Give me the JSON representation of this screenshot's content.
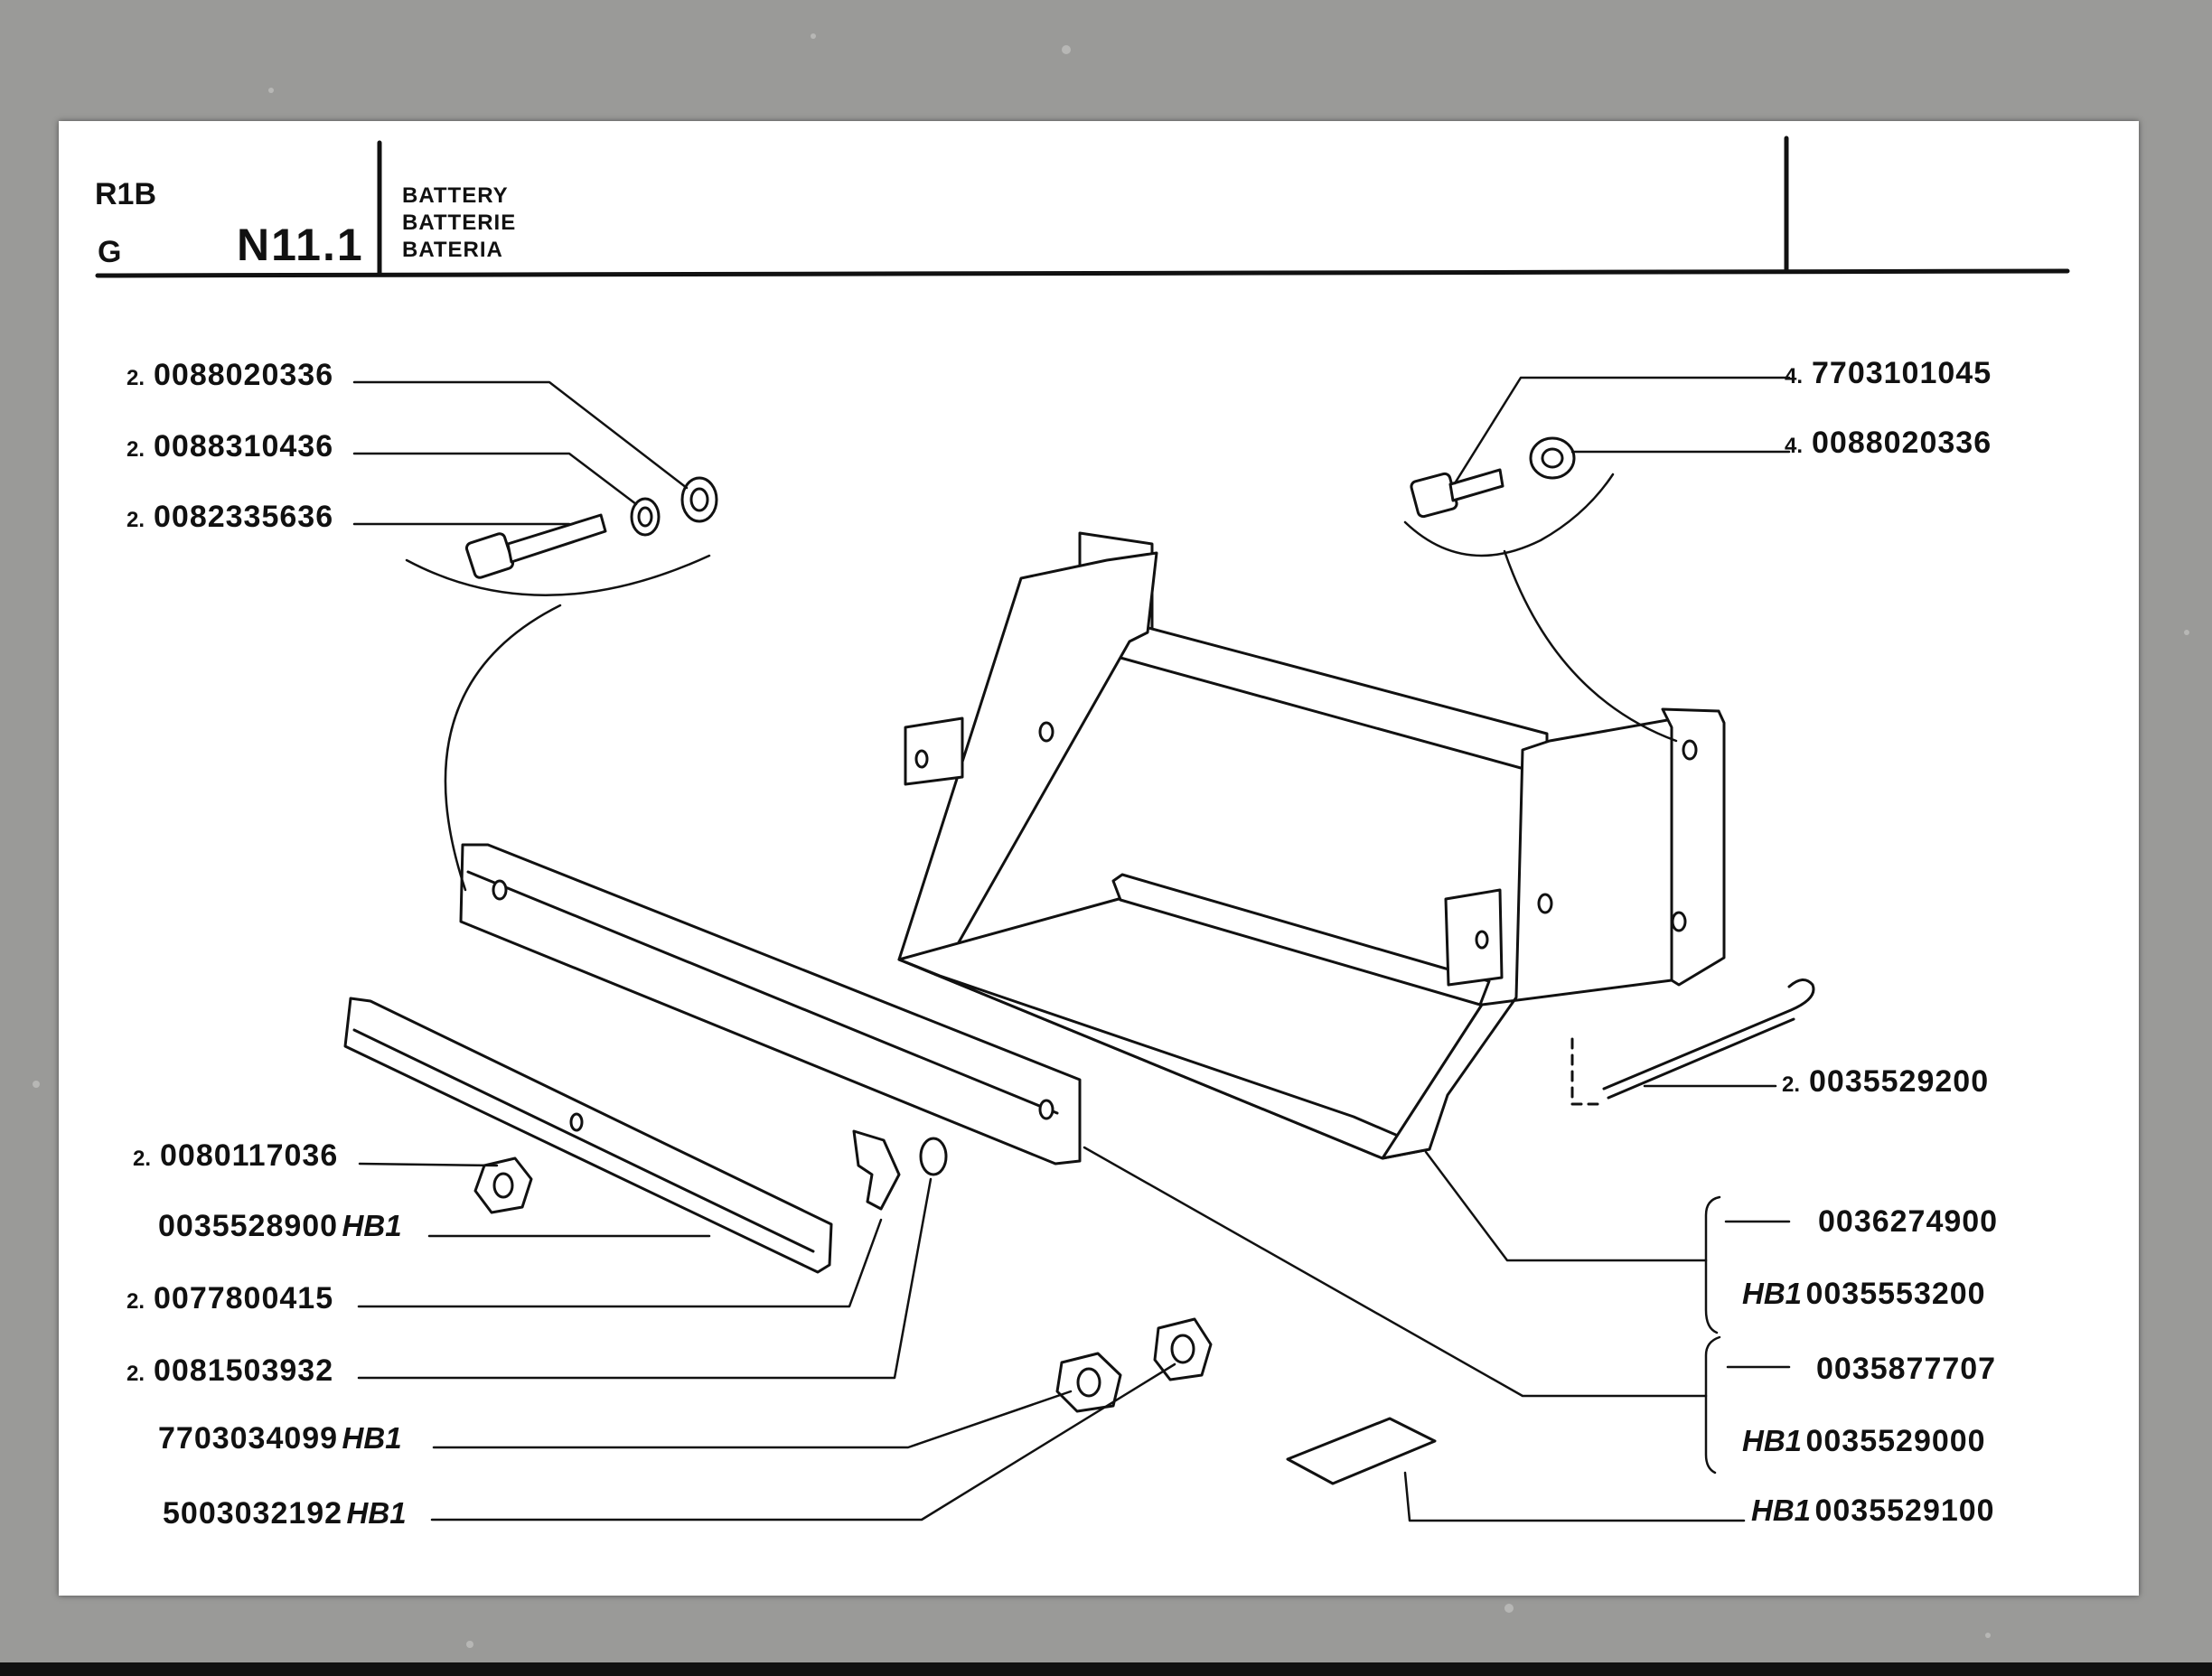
{
  "header": {
    "model": "R1B",
    "variant": "G",
    "page_code": "N11.1",
    "titles": [
      "BATTERY",
      "BATTERIE",
      "BATERIA"
    ]
  },
  "callouts_left": [
    {
      "qty": "2.",
      "code": "0088020336",
      "suffix": ""
    },
    {
      "qty": "2.",
      "code": "0088310436",
      "suffix": ""
    },
    {
      "qty": "2.",
      "code": "0082335636",
      "suffix": ""
    },
    {
      "qty": "2.",
      "code": "0080117036",
      "suffix": ""
    },
    {
      "qty": "",
      "code": "0035528900",
      "suffix": "HB1"
    },
    {
      "qty": "2.",
      "code": "0077800415",
      "suffix": ""
    },
    {
      "qty": "2.",
      "code": "0081503932",
      "suffix": ""
    },
    {
      "qty": "",
      "code": "7703034099",
      "suffix": "HB1"
    },
    {
      "qty": "",
      "code": "5003032192",
      "suffix": "HB1"
    }
  ],
  "callouts_right": [
    {
      "qty": "4.",
      "code": "7703101045",
      "prefix": ""
    },
    {
      "qty": "4.",
      "code": "0088020336",
      "prefix": ""
    },
    {
      "qty": "2.",
      "code": "0035529200",
      "prefix": ""
    },
    {
      "qty": "",
      "code": "0036274900",
      "prefix": ""
    },
    {
      "qty": "",
      "code": "0035553200",
      "prefix": "HB1"
    },
    {
      "qty": "",
      "code": "0035877707",
      "prefix": ""
    },
    {
      "qty": "",
      "code": "0035529000",
      "prefix": "HB1"
    },
    {
      "qty": "",
      "code": "0035529100",
      "prefix": "HB1"
    }
  ]
}
